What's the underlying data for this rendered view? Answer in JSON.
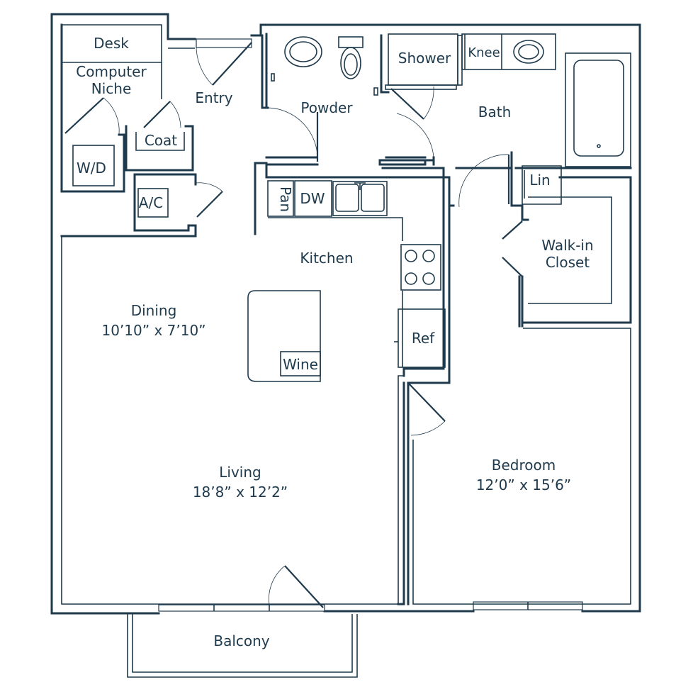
{
  "labels": {
    "desk": "Desk",
    "computer": "Computer",
    "niche": "Niche",
    "wd": "W/D",
    "coat": "Coat",
    "ac": "A/C",
    "entry": "Entry",
    "powder": "Powder",
    "shower": "Shower",
    "knee": "Knee",
    "bath": "Bath",
    "lin": "Lin",
    "walkin1": "Walk-in",
    "walkin2": "Closet",
    "pan": "Pan",
    "dw": "DW",
    "kitchen": "Kitchen",
    "ref": "Ref",
    "wine": "Wine",
    "dining": "Dining",
    "dining_dim": "10’10” x 7’10”",
    "living": "Living",
    "living_dim": "18’8” x 12’2”",
    "bedroom": "Bedroom",
    "bedroom_dim": "12’0” x 15’6”",
    "balcony": "Balcony"
  },
  "colors": {
    "line": "#1e3a4c",
    "background": "#ffffff"
  }
}
